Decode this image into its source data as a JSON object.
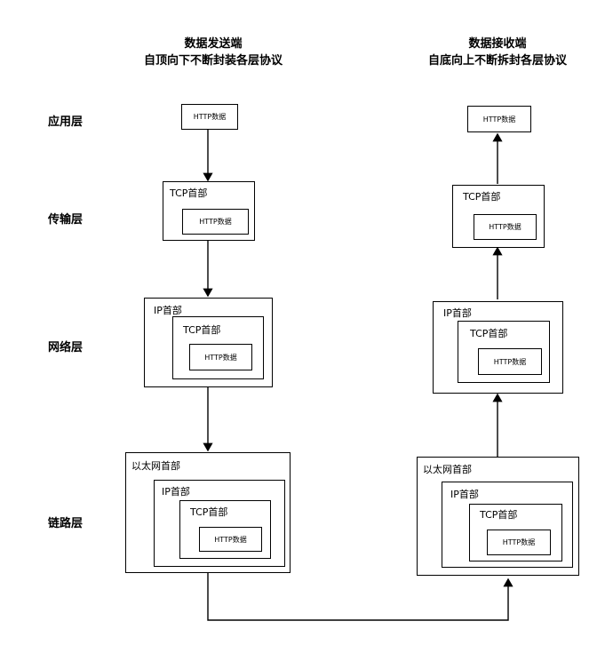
{
  "sender": {
    "title_line1": "数据发送端",
    "title_line2": "自顶向下不断封装各层协议"
  },
  "receiver": {
    "title_line1": "数据接收端",
    "title_line2": "自底向上不断拆封各层协议"
  },
  "layers": {
    "application": "应用层",
    "transport": "传输层",
    "network": "网络层",
    "link": "链路层"
  },
  "headers": {
    "tcp": "TCP首部",
    "ip": "IP首部",
    "ethernet": "以太网首部"
  },
  "payload": "HTTP数据"
}
